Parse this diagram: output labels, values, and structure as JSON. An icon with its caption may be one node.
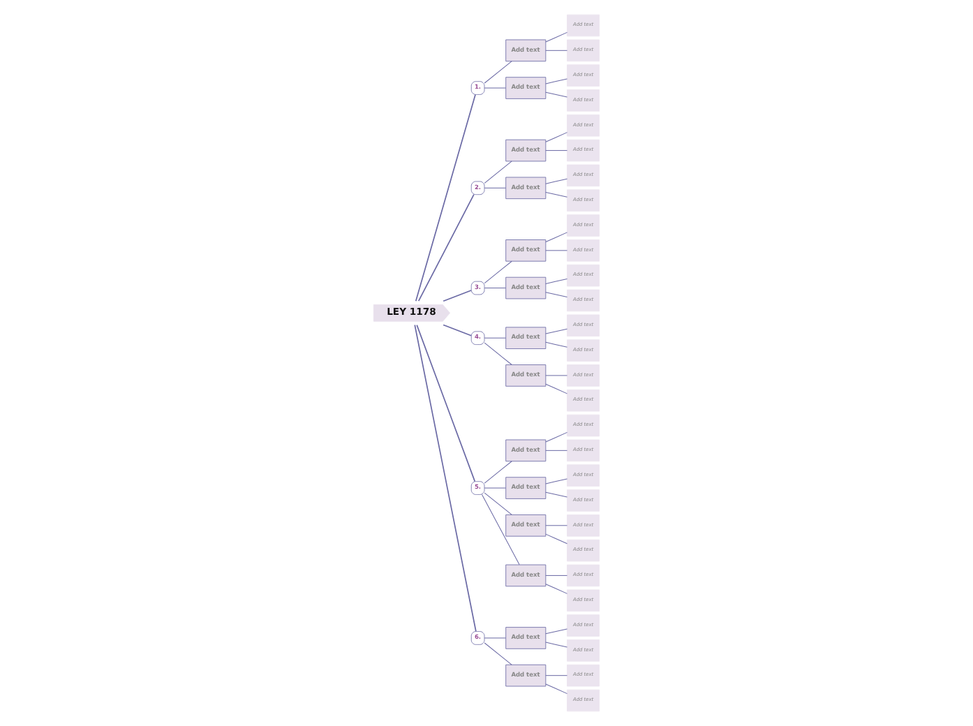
{
  "diagram": {
    "nodes": [
      {
        "text": [
          "LEY 1178"
        ]
      },
      {
        "text": [
          "1."
        ]
      },
      {
        "text": [
          "Add text"
        ]
      },
      {
        "text": [
          "Add text"
        ]
      },
      {
        "text": [
          "Add text"
        ]
      },
      {
        "text": [
          "Add text"
        ]
      },
      {
        "text": [
          "Add text"
        ]
      },
      {
        "text": [
          "Add text"
        ]
      },
      {
        "text": [
          "2."
        ]
      },
      {
        "text": [
          "Add text"
        ]
      },
      {
        "text": [
          "Add text"
        ]
      },
      {
        "text": [
          "Add text"
        ]
      },
      {
        "text": [
          "Add text"
        ]
      },
      {
        "text": [
          "Add text"
        ]
      },
      {
        "text": [
          "Add text"
        ]
      },
      {
        "text": [
          "3."
        ]
      },
      {
        "text": [
          "Add text"
        ]
      },
      {
        "text": [
          "Add text"
        ]
      },
      {
        "text": [
          "Add text"
        ]
      },
      {
        "text": [
          "Add text"
        ]
      },
      {
        "text": [
          "Add text"
        ]
      },
      {
        "text": [
          "Add text"
        ]
      },
      {
        "text": [
          "4."
        ]
      },
      {
        "text": [
          "Add text"
        ]
      },
      {
        "text": [
          "Add text"
        ]
      },
      {
        "text": [
          "Add text"
        ]
      },
      {
        "text": [
          "Add text"
        ]
      },
      {
        "text": [
          "Add text"
        ]
      },
      {
        "text": [
          "Add text"
        ]
      },
      {
        "text": [
          "5."
        ]
      },
      {
        "text": [
          "Add text"
        ]
      },
      {
        "text": [
          "Add text"
        ]
      },
      {
        "text": [
          "Add text"
        ]
      },
      {
        "text": [
          "Add text"
        ]
      },
      {
        "text": [
          "Add text"
        ]
      },
      {
        "text": [
          "Add text"
        ]
      },
      {
        "text": [
          "Add text"
        ]
      },
      {
        "text": [
          "Add text"
        ]
      },
      {
        "text": [
          "Add text"
        ]
      },
      {
        "text": [
          "Add text"
        ]
      },
      {
        "text": [
          "Add text"
        ]
      },
      {
        "text": [
          "Add text"
        ]
      },
      {
        "text": [
          "6."
        ]
      },
      {
        "text": [
          "Add text"
        ]
      },
      {
        "text": [
          "Add text"
        ]
      },
      {
        "text": [
          "Add text"
        ]
      },
      {
        "text": [
          "Add text"
        ]
      },
      {
        "text": [
          "Add text"
        ]
      },
      {
        "text": [
          "Add text"
        ]
      }
    ],
    "edges": [
      {
        "from": 0,
        "to": 1,
        "arrow": "none"
      },
      {
        "from": 1,
        "to": 2,
        "arrow": "none"
      },
      {
        "from": 2,
        "to": 3,
        "arrow": "none"
      },
      {
        "from": 2,
        "to": 4,
        "arrow": "none"
      },
      {
        "from": 1,
        "to": 5,
        "arrow": "none"
      },
      {
        "from": 5,
        "to": 6,
        "arrow": "none"
      },
      {
        "from": 5,
        "to": 7,
        "arrow": "none"
      },
      {
        "from": 0,
        "to": 8,
        "arrow": "none"
      },
      {
        "from": 8,
        "to": 9,
        "arrow": "none"
      },
      {
        "from": 9,
        "to": 10,
        "arrow": "none"
      },
      {
        "from": 9,
        "to": 11,
        "arrow": "none"
      },
      {
        "from": 8,
        "to": 12,
        "arrow": "none"
      },
      {
        "from": 12,
        "to": 13,
        "arrow": "none"
      },
      {
        "from": 12,
        "to": 14,
        "arrow": "none"
      },
      {
        "from": 0,
        "to": 15,
        "arrow": "none"
      },
      {
        "from": 15,
        "to": 16,
        "arrow": "none"
      },
      {
        "from": 16,
        "to": 17,
        "arrow": "none"
      },
      {
        "from": 16,
        "to": 18,
        "arrow": "none"
      },
      {
        "from": 15,
        "to": 19,
        "arrow": "none"
      },
      {
        "from": 19,
        "to": 20,
        "arrow": "none"
      },
      {
        "from": 19,
        "to": 21,
        "arrow": "none"
      },
      {
        "from": 0,
        "to": 22,
        "arrow": "none"
      },
      {
        "from": 22,
        "to": 23,
        "arrow": "none"
      },
      {
        "from": 23,
        "to": 24,
        "arrow": "none"
      },
      {
        "from": 23,
        "to": 25,
        "arrow": "none"
      },
      {
        "from": 22,
        "to": 26,
        "arrow": "none"
      },
      {
        "from": 26,
        "to": 27,
        "arrow": "none"
      },
      {
        "from": 26,
        "to": 28,
        "arrow": "none"
      },
      {
        "from": 0,
        "to": 29,
        "arrow": "none"
      },
      {
        "from": 29,
        "to": 30,
        "arrow": "none"
      },
      {
        "from": 30,
        "to": 31,
        "arrow": "none"
      },
      {
        "from": 30,
        "to": 32,
        "arrow": "none"
      },
      {
        "from": 29,
        "to": 33,
        "arrow": "none"
      },
      {
        "from": 33,
        "to": 34,
        "arrow": "none"
      },
      {
        "from": 33,
        "to": 35,
        "arrow": "none"
      },
      {
        "from": 29,
        "to": 36,
        "arrow": "none"
      },
      {
        "from": 36,
        "to": 37,
        "arrow": "none"
      },
      {
        "from": 36,
        "to": 38,
        "arrow": "none"
      },
      {
        "from": 29,
        "to": 39,
        "arrow": "none"
      },
      {
        "from": 39,
        "to": 40,
        "arrow": "none"
      },
      {
        "from": 39,
        "to": 41,
        "arrow": "none"
      },
      {
        "from": 0,
        "to": 42,
        "arrow": "none"
      },
      {
        "from": 42,
        "to": 43,
        "arrow": "none"
      },
      {
        "from": 43,
        "to": 44,
        "arrow": "none"
      },
      {
        "from": 43,
        "to": 45,
        "arrow": "none"
      },
      {
        "from": 42,
        "to": 46,
        "arrow": "none"
      },
      {
        "from": 46,
        "to": 47,
        "arrow": "none"
      },
      {
        "from": 46,
        "to": 48,
        "arrow": "none"
      }
    ]
  }
}
